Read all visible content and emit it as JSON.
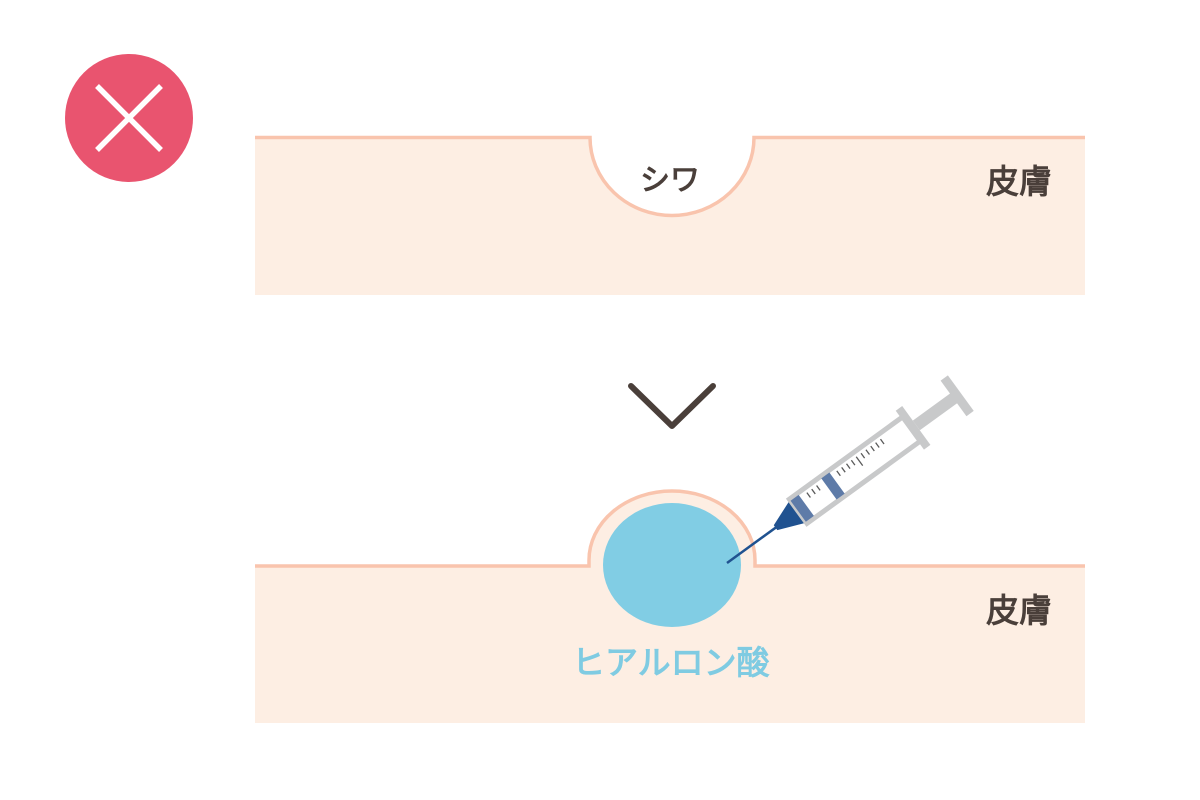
{
  "badge": {
    "icon": "cross-icon",
    "meaning": "incorrect",
    "color": "#e9546f"
  },
  "top_panel": {
    "wrinkle_label": "シワ",
    "skin_label": "皮膚"
  },
  "arrow": {
    "icon": "chevron-down-icon"
  },
  "bottom_panel": {
    "skin_label": "皮膚",
    "filler_label": "ヒアルロン酸"
  },
  "colors": {
    "skin_fill": "#fdeee3",
    "skin_edge": "#f9c4ad",
    "filler": "#81cde4",
    "text_dark": "#4a3f3a",
    "syringe_blue": "#205290",
    "syringe_gray": "#c8c9ca"
  }
}
